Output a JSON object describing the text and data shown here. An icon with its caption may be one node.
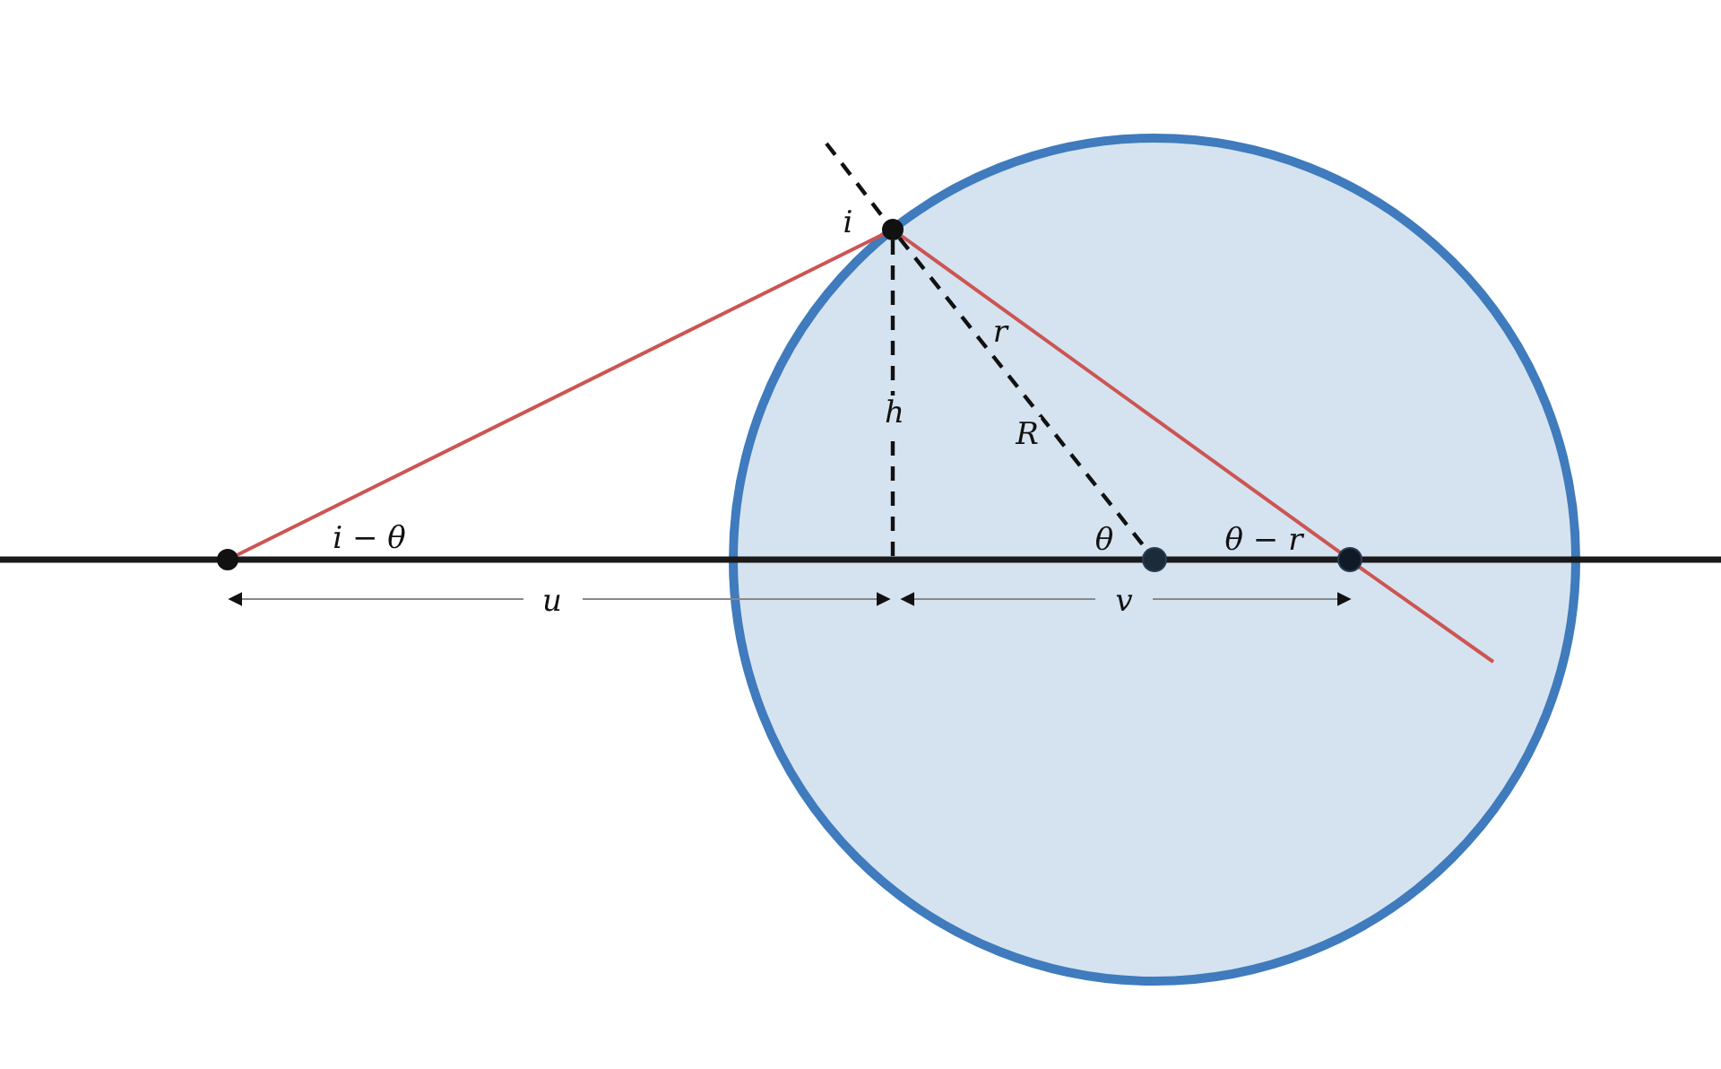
{
  "diagram": {
    "nodes": [
      {
        "text": [],
        "shape": "circle"
      },
      {
        "text": [],
        "shape": "circle"
      },
      {
        "text": [],
        "shape": "circle"
      },
      {
        "text": [],
        "shape": "circle",
        "in": 1
      },
      {
        "text": [],
        "shape": "circle",
        "in": 1
      }
    ],
    "edges": [
      {
        "from": 0,
        "to": 2,
        "arrow": "none",
        "color": "#cc5552"
      },
      {
        "from": 2,
        "to": 4,
        "arrow": "none",
        "color": "#cc5552"
      },
      {
        "from": 2,
        "to": 3,
        "arrow": "none",
        "style": "dashed",
        "color": "#111111",
        "label": "R"
      },
      {
        "from": 2,
        "to": null,
        "arrow": "none",
        "style": "dashed",
        "color": "#111111",
        "label": "h"
      }
    ],
    "labels": [
      "i",
      "r",
      "i − θ",
      "θ",
      "θ − r",
      "u",
      "v"
    ]
  }
}
